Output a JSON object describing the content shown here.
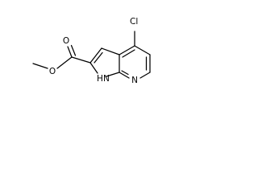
{
  "molecule": {
    "atoms": {
      "chlorine": "Cl",
      "carbonyl_oxygen": "O",
      "ester_oxygen": "O",
      "pyrrole_nitrogen": "N",
      "pyrrole_hydrogen": "H",
      "pyridine_nitrogen": "N"
    }
  }
}
